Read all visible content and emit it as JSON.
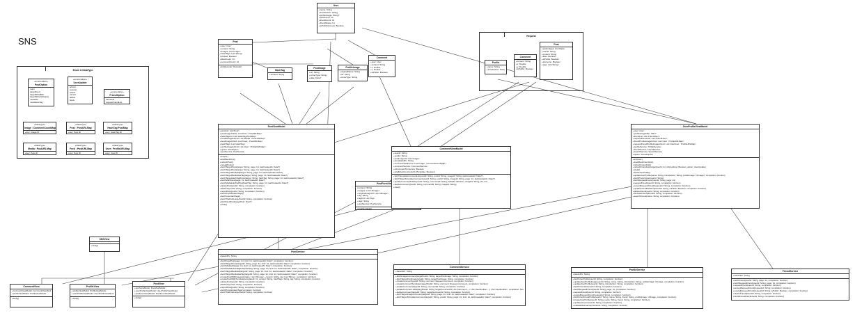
{
  "title": "SNS",
  "packages": {
    "enums": "Enum & DataType",
    "request": "Request"
  },
  "classes": {
    "user": {
      "name": "User",
      "attrs": [
        "+name: String",
        "+introduction: String",
        "+profileImage: String?",
        "+postCount: Int",
        "+friendCount: Int",
        "+friendStatus: Int",
        "+isPublicAccount: Boolean"
      ],
      "methods": []
    },
    "post": {
      "name": "Post",
      "attrs": [
        "+user: User",
        "+content: String",
        "+images: List<Image>",
        "+hashTags: List<String>",
        "+isLiked: Boolean",
        "+likedCount: Int",
        "+commentCount: Int"
      ],
      "methods": [
        "+init(decoder: Decoder)"
      ]
    },
    "hashtag": {
      "name": "HashTag",
      "attrs": [
        "+content: String"
      ],
      "methods": []
    },
    "postimage": {
      "name": "PostImage",
      "attrs": [
        "+url: String",
        "+mimeType: String",
        "+date: Date?"
      ],
      "methods": []
    },
    "profileimage": {
      "name": "ProfileImage",
      "attrs": [
        "+originalName: String",
        "+url: String",
        "+mimeType: String"
      ],
      "methods": []
    },
    "comment": {
      "name": "Comment",
      "attrs": [
        "+user: User",
        "+content: String",
        "+x: Double",
        "+y: Double",
        "+isPublic: Boolean"
      ],
      "methods": []
    },
    "profile": {
      "name": "Profile",
      "attrs": [
        "+name: String",
        "+introduction: String"
      ],
      "methods": []
    },
    "reqcomment": {
      "name": "Comment",
      "attrs": [
        "+content: String",
        "+x: Double",
        "+y: Double",
        "+isPublic: Boolean"
      ],
      "methods": []
    },
    "reqpost": {
      "name": "Post",
      "attrs": [
        "+postImages: List<Data>",
        "+userId: String",
        "+content: String",
        "+likes: Boolean",
        "+isPublic: Boolean",
        "+isAnyone: Boolean",
        "+tags: List<String>"
      ],
      "methods": []
    },
    "postoption": {
      "stereo": "«enumeration»",
      "name": "PostOption",
      "attrs": [
        "main",
        "targetFeed",
        "targetWriteBall",
        "targetWriteNotHasty",
        "mediaAll",
        "mediaHasTag"
      ],
      "methods": []
    },
    "userupdate": {
      "stereo": "«enumeration»",
      "name": "UserUpdate",
      "attrs": [
        "accept",
        "request",
        "refuse",
        "cancel",
        "delete",
        "block"
      ],
      "methods": []
    },
    "friendoption": {
      "stereo": "«enumeration»",
      "name": "FriendOption",
      "attrs": [
        "friendList",
        "requestFriendList"
      ],
      "methods": []
    },
    "imagecomment": {
      "stereo": "«DataType»",
      "name": "Image : CommentCountMap",
      "attrs": [
        "+key: Image.ID",
        "+value: Int"
      ],
      "methods": []
    },
    "postpostmap": {
      "stereo": "«DataType»",
      "name": "Post : PostURLMap",
      "attrs": [
        "+key: Post.ID",
        "+value: List<URL>"
      ],
      "methods": []
    },
    "hashtagpostmap": {
      "stereo": "«DataType»",
      "name": "HashTag:PostMap",
      "attrs": [
        "+key: HashTag.ID",
        "+value: List<Post>"
      ],
      "methods": []
    },
    "mediapostmap": {
      "stereo": "«DataType»",
      "name": "Media : PostURLMap",
      "attrs": [
        "+key: Post.ID",
        "+value: List<URL>"
      ],
      "methods": []
    },
    "feedpostmap": {
      "stereo": "«DataType»",
      "name": "Feed : PostURLMap",
      "attrs": [
        "+key: Post.ID",
        "+value: List<URL>"
      ],
      "methods": []
    },
    "userprofilemap": {
      "stereo": "«DataType»",
      "name": "User : ProfileURLMap",
      "attrs": [
        "+key: User.ID",
        "+value: URL?"
      ],
      "methods": []
    },
    "postviewmodel": {
      "name": "PostViewModel",
      "attrs": [
        "+postList: List<Post>",
        "+postImageUrlList: List<Post : PostURLMap>",
        "+hashTagList: List<HashTag:PostMap>",
        "+mediaImageUrlList: List<Media : PostURLMap>",
        "+feedImageUrlList: List<Feed : PostURLMap>",
        "+hashTags: List<HashTag>",
        "+profileImageUrlList: List<User : ProfileURLMap>",
        "+option: PostOption",
        "+postService: PostService"
      ],
      "methods": [
        "+init(url:)",
        "+loadNextPost()",
        "+refreshPost()",
        "+reloadPosts()",
        "+fetchTargetPosts(target: String, page: Int, lastCreatedAt: Date?)",
        "+fetchTargetPosts(target: String, page: Int, lastCreatedAt: Date?)",
        "+fetchTargetMediaAll(target: String, page: Int, lastCreatedAt: Date?)",
        "+fetchTargetMediaHasTag(target: String, page: Int, lastCreatedAt: Date?)",
        "+fetchTargetHashTagPosts(target: String, hashTag: String, page: Int, lastCreatedAt: Date?)",
        "+fetchMainFeed(page: Int, lastCreatedAt: Date?)",
        "+fetchMediaHasTagPost(hashTag: String, page: Int, lastCreatedAt: Date?)",
        "+deletePost(postId: String, completion: function)",
        "+likePost(postId: String, completion: function)",
        "+reportPost(postId: String, completion: function)",
        "+fetchPopularHashTags()",
        "+fetchImportantTags()",
        "+fetchTheFirstLargePost(id: String, completion: function)",
        "+fetchNextPost(targetPost: Post?)",
        "+clear()"
      ]
    },
    "postformviewmodel": {
      "name": "PostFormViewModel",
      "attrs": [
        "+content: String",
        "+images: List<UIImage>",
        "+originalImageUrl: List<UIImage>",
        "+tag: String",
        "+tagList: List<Tag>",
        "+tags: String",
        "+postService: PostService"
      ],
      "methods": [
        "+limitTemplate()",
        "+createPost(templateId: Int, completion: function)"
      ]
    },
    "commentviewmodel": {
      "name": "CommentViewModel",
      "attrs": [
        "+userId: String",
        "+postId: String",
        "+postImageUrl: List<Image>",
        "+templateURL: String",
        "+commentTotalCount: List<Image : CommentCountMap>",
        "+commentService: CommentService",
        "+isCommentTemporary: Boolean",
        "+loadMoreCommentsTo (Template: Boolean)"
      ],
      "methods": [
        "+fetchTemplateCommentList(postId: String, postId: String, imageId: String, lastCreatedAt: Date?)",
        "+fetchTargetTemplateComment(userId: String, postId: String, imageId: String, page: Int, lastCreatedAt: Date?)",
        "+updateCommentPublic(postId: String, commentId: String, isPublic: Boolean, imageId: String, idx: Int)",
        "+deleteComment(postId: String, commentId: String, imageId: String)",
        "+clear()"
      ]
    },
    "userprofileviewmodel": {
      "name": "UserProfileViewModel",
      "attrs": [
        "+user: User",
        "+profileImageURL: URL?",
        "+friendList: List<FriendUser>",
        "+requestFriendList: List<FriendUser>",
        "+friendProfileImageUrlList: List<User : ProfileURLMap>",
        "+requestFriendProfileImageUrlList: List<UserUser : ProfileURLMap>",
        "+profileService: ProfileService",
        "+friendService: FriendService",
        "+searchService: SearchService",
        "+option: FriendOption"
      ],
      "methods": [
        "+init(user:)",
        "+loadMoreFriendList()",
        "+refreshFriendList()",
        "+refreshFriendList(targetUserId: Int, isFriendList: Boolean, action: UserUpdate)",
        "+clear()",
        "+fetchUserProfile()",
        "+updateUserProfile(name: String, introduction: String, profileImage: UIImage?, completion: function)",
        "+fetchPrivacyUser(userId: String)",
        "+fetchRequestFriend(userId: String, page: Int)",
        "+requestFriend(userId: String, completion: function)",
        "+cancelRequestFriend(requestId: String, completion: function)",
        "+updateFriendRelation(friendId: String, isPublic: Boolean, completion: function)",
        "+deleteFriend(userId: String, completion: function)",
        "+blockedFriend(friendId: String, completion: function)",
        "+searchFriend(name: String, completion: function)"
      ]
    },
    "postservice": {
      "name": "PostService",
      "attrs": [
        "+baseURL: String"
      ],
      "methods": [
        "+fetchFeedPost(page: Int, limit: Int, lastCreatedAt: Date?, completion: function)",
        "+fetchTargetPosts(targetId: String, page: Int, limit: Int, lastCreatedAt: Date?, completion: function)",
        "+fetchMediaAll(page: Int, limit: Int, lastCreatedAt: Date?, completion: function)",
        "+fetchMediaHashTagPost(hashTag: String, page: Int, limit: Int, lastCreatedAt: Date?, completion: function)",
        "+fetchTargetMediaAll(targetId: String, page: Int, limit: Int, lastCreatedAt: Date?, completion: function)",
        "+fetchTargetMediaHasTag(targetId: String, page: Int, limit: Int, lastCreatedAt: Date?, completion: function)",
        "+createPostWithImages(images: List<UIImage>, content: String, tag: List<String>, completion: function)",
        "+createPostWithTemplate(templateId: Int, content: String, hashTags: String, tag: String, completion: function)",
        "+deletePost(postId: String, completion: function)",
        "+likePost(postId: String, completion: function)",
        "+reportPost(postId: String, completion: function)",
        "+fetchPopularHashTag(completion: function)",
        "+fetchTheFirstLargePost(id: String, completion: function)"
      ]
    },
    "commentservice": {
      "name": "CommentService",
      "attrs": [
        "+baseURL: String"
      ],
      "methods": [
        "+fetchImageComment(targetPostId: String, targetPostImage: String, completion: function)",
        "+fetchTargetPostImage(postId: String, targetPostImage: String, completion: function)",
        "+createComment(postId: String, comment: Request.Comment, completion: function)",
        "+createCommentTemplateImage(PostId: String, comment: Request.Comment, completion: function)",
        "+updateComment(targetId: String, commentId: String, completion: function)",
        "+updateComment.isDisplay(PostId: String, targetCommentId: List<Comment>, x: List<UserDouble>, y: List<UserDouble>, completion: function)",
        "+deleteComment(targetId: String, targetCommentId: String, completion: function)",
        "+fetchTargetImageComment(targetId: String, page: Int, limit: Int, lastCreatedAt: Date?, completion: function)",
        "+fetchTargetTemplateComment(targetId: String, postId: String, page: Int, limit: Int, lastCreatedAt: Date?, completion: function)"
      ]
    },
    "profileservice": {
      "name": "ProfileService",
      "attrs": [
        "+baseURL: String"
      ],
      "methods": [
        "+fetchUserProfile(userId: String, completion: function)",
        "+updateUserProfileImage(userId: String, name: String, introduction: String, profileImage: UIImage, completion: function)",
        "+updateUserProfile(userId: String, introduction: String, completion: function)",
        "+fetchFriendList(userId: String, completion: function)",
        "+fetchRequestFriend(userId: String, page: Int, completion: function)",
        "+requestFriend(userId: String, completion: function)",
        "+cancelRequestFriend(requestId: String, completion: function)",
        "+fetchUserFriendProfile(userId: String, name: String, friend: String, profileImage: UIImage, completion: function)",
        "+createUserProfile(userId: String, name: String, friend: String, completion: function)",
        "+updateAccount(userId: String, completion: function)",
        "+validateNickname(nickname: String, completion: function)"
      ]
    },
    "friendservice": {
      "name": "FriendService",
      "attrs": [
        "+baseURL: String"
      ],
      "methods": [
        "+fetchFriend(userId: String, page: Int, completion: function)",
        "+fetchRequestFriend(userId: String, page: Int, completion: function)",
        "+requestFriend(userId: String, completion: function)",
        "+acceptRequestFriend(requestId: String, completion: function)",
        "+cancelRequestFriend(requestId: String, isPublic: Boolean, completion: function)",
        "+deleteFriend(friendId: String, completion: function)",
        "+blockFriend(blockUserId: String, completion: function)"
      ]
    },
    "snsview": {
      "name": "SNSView",
      "attrs": [],
      "methods": [
        "+body()"
      ]
    },
    "commentview": {
      "name": "CommentView",
      "attrs": [
        "+commentViewModel: CommentViewModel",
        "+profileViewModel: ProfileViewModel"
      ],
      "methods": [
        "+body()"
      ]
    },
    "profileview": {
      "name": "ProfileView",
      "attrs": [
        "+profileViewModel: ProfileViewModel",
        "+userProfileViewModel: UserProfileViewModel"
      ],
      "methods": [
        "+body()"
      ]
    },
    "postview": {
      "name": "PostView",
      "attrs": [
        "+postViewModel: PostViewModel",
        "+userProfileViewModel: UserProfileViewModel",
        "+postFormViewModel: PostFormViewModel"
      ],
      "methods": [
        "+body()"
      ]
    }
  }
}
